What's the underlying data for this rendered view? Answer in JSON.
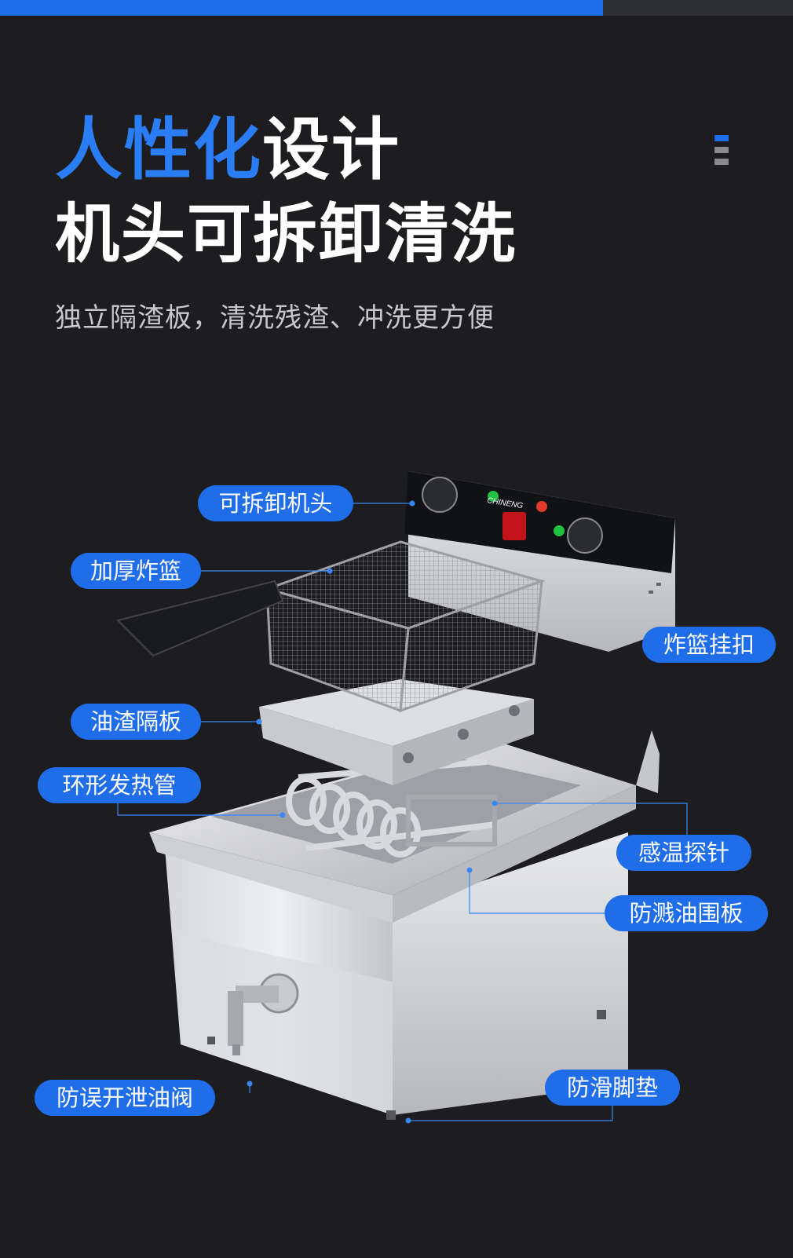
{
  "colors": {
    "accent": "#2a7df4",
    "pill": "#1f6de8",
    "background": "#1d1d1f",
    "leader_line": "#3a86f7"
  },
  "header": {
    "title_accent": "人性化",
    "title_rest": "设计",
    "subtitle": "机头可拆卸清洗",
    "caption": "独立隔渣板，清洗残渣、冲洗更方便"
  },
  "product": {
    "brand_logo": "CHINENG"
  },
  "labels": {
    "head": "可拆卸机头",
    "basket": "加厚炸篮",
    "hook": "炸篮挂扣",
    "plate": "油渣隔板",
    "tube": "环形发热管",
    "probe": "感温探针",
    "splash": "防溅油围板",
    "valve": "防误开泄油阀",
    "feet": "防滑脚垫"
  },
  "icons": {
    "side_marker": "menu-bars-icon"
  }
}
